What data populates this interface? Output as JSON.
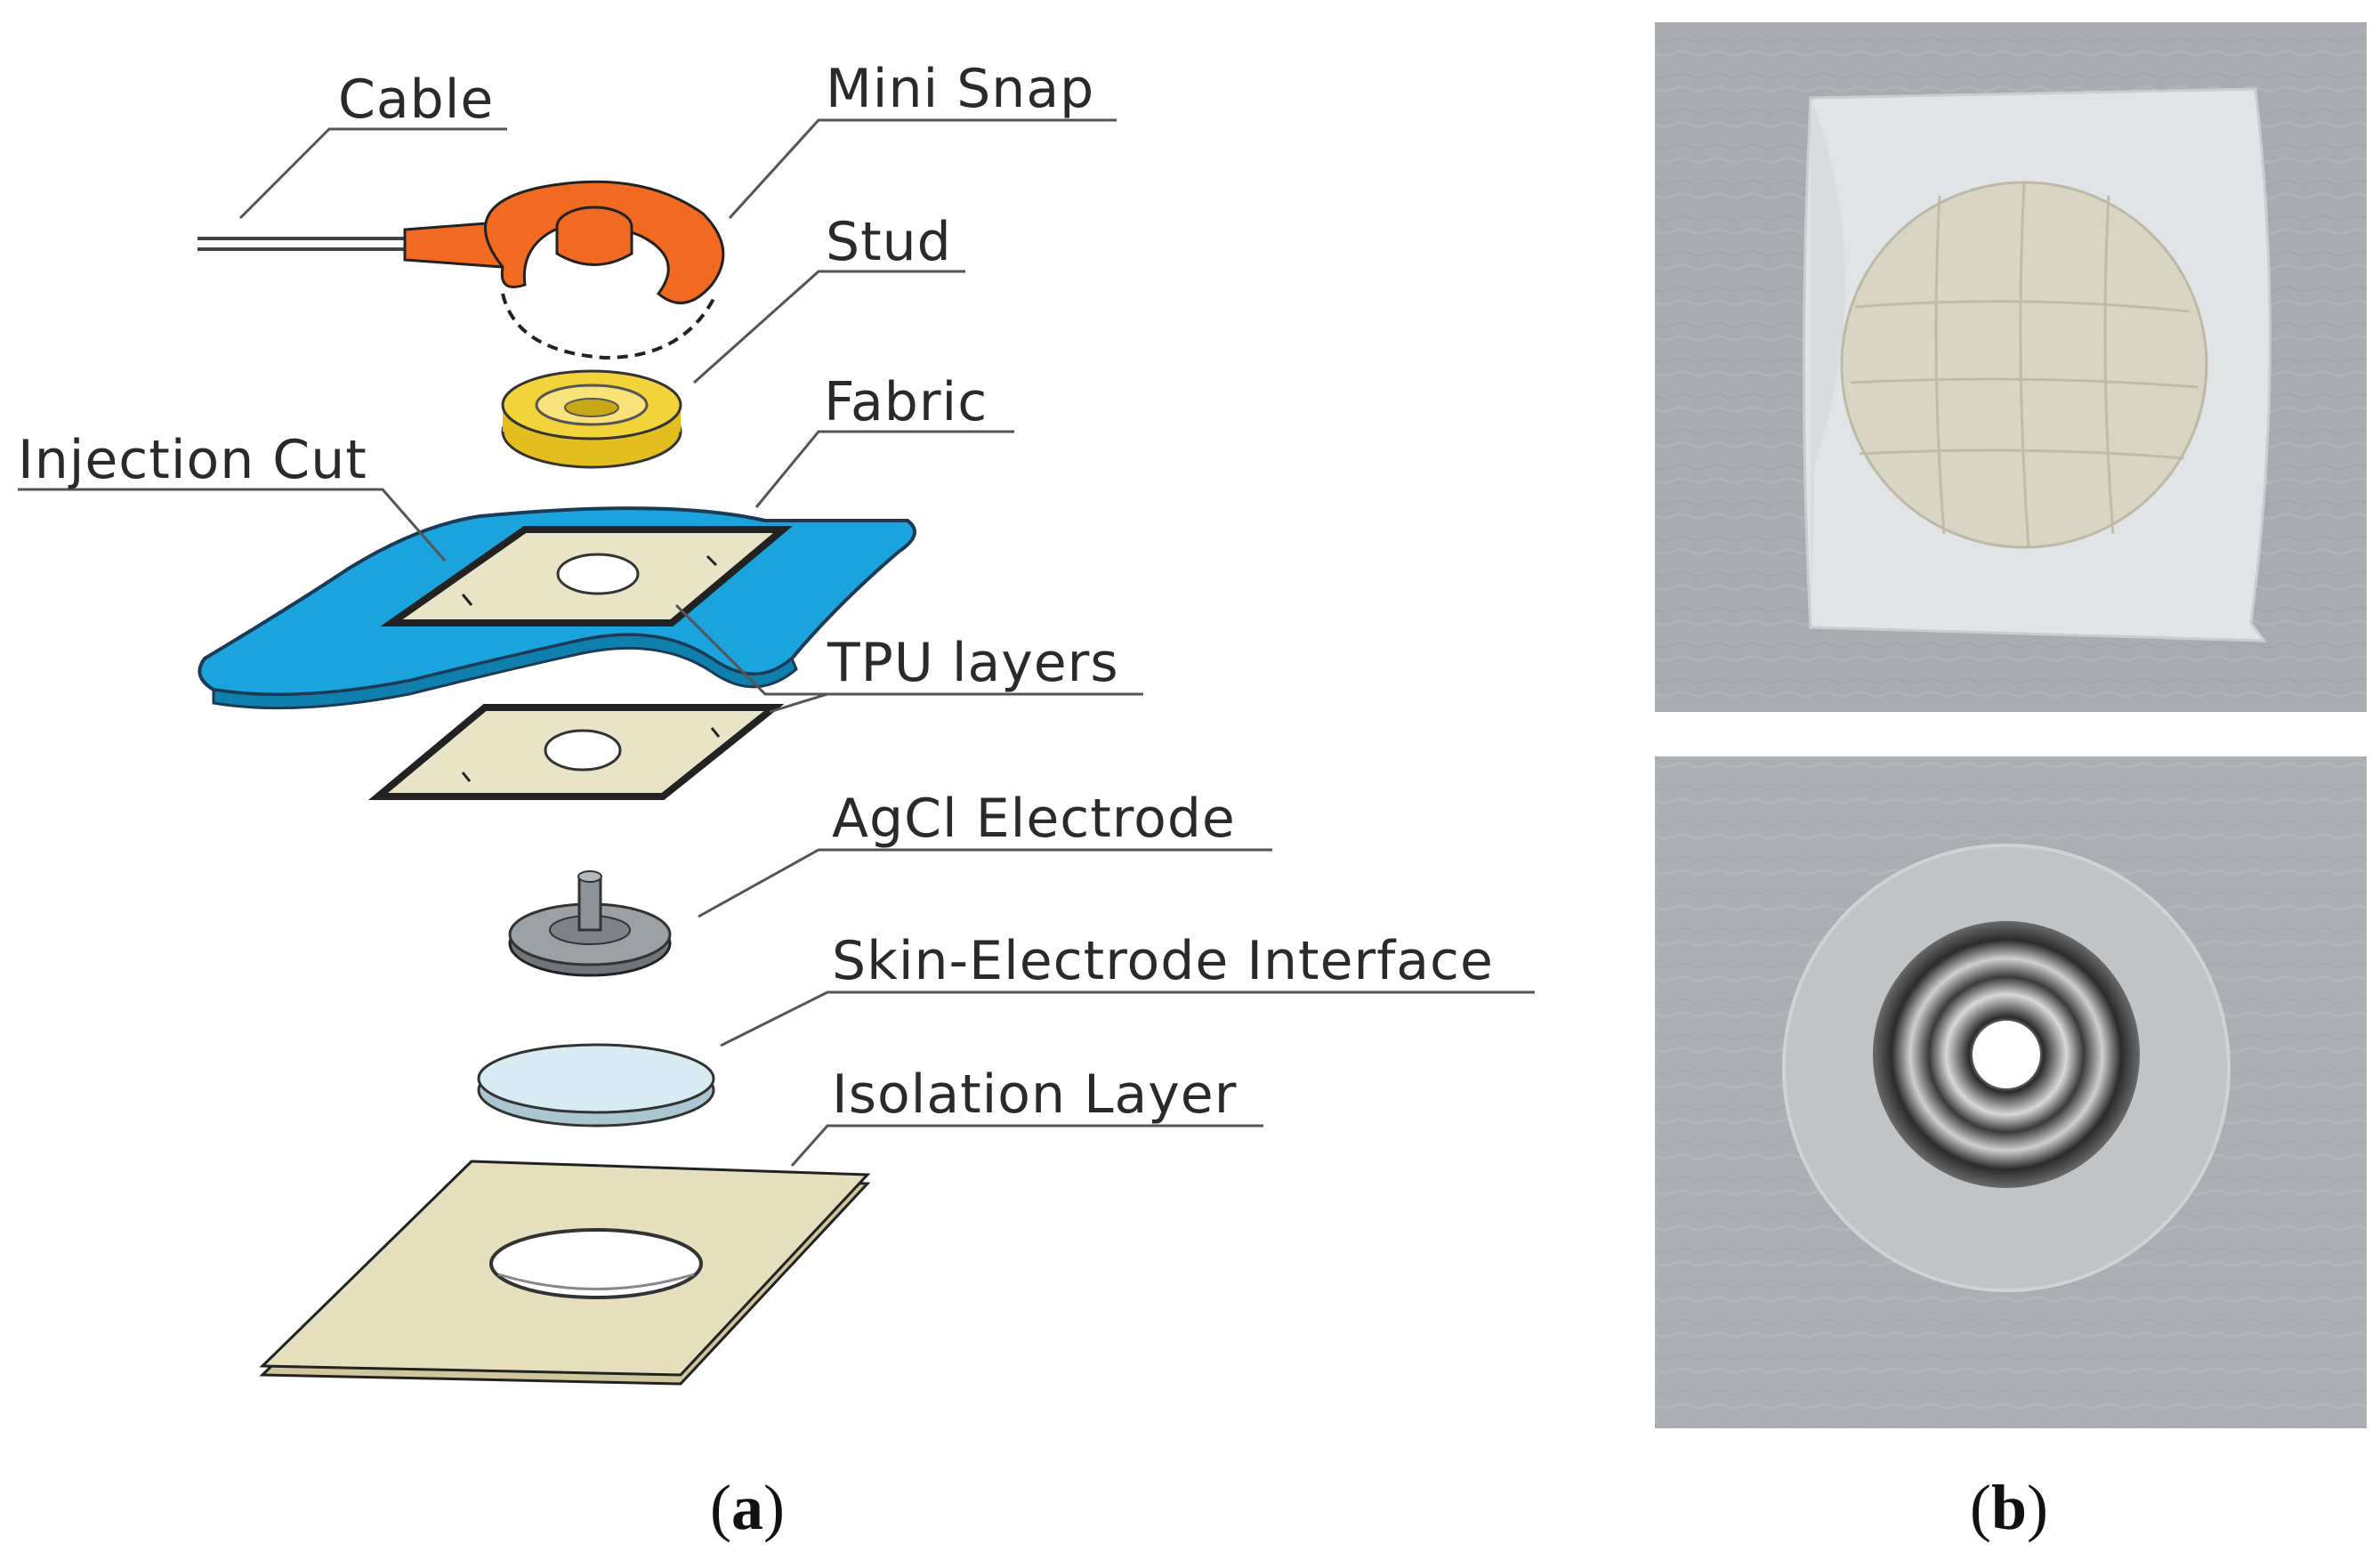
{
  "diagram": {
    "labels": {
      "cable": "Cable",
      "mini_snap": "Mini Snap",
      "stud": "Stud",
      "injection_cut": "Injection Cut",
      "fabric": "Fabric",
      "tpu_layers": "TPU layers",
      "agcl_electrode": "AgCl Electrode",
      "skin_electrode_interface": "Skin-Electrode Interface",
      "isolation_layer": "Isolation Layer"
    },
    "colors": {
      "mini_snap": "#f26a21",
      "stud": "#f2d43a",
      "fabric": "#1aa3dc",
      "tpu": "#e9e4c6",
      "electrode": "#8d9397",
      "interface": "#d7ecf2",
      "isolation": "#e6dfbd"
    }
  },
  "panels": {
    "a": {
      "open": "(",
      "letter": "a",
      "close": ")"
    },
    "b": {
      "open": "(",
      "letter": "b",
      "close": ")"
    }
  }
}
